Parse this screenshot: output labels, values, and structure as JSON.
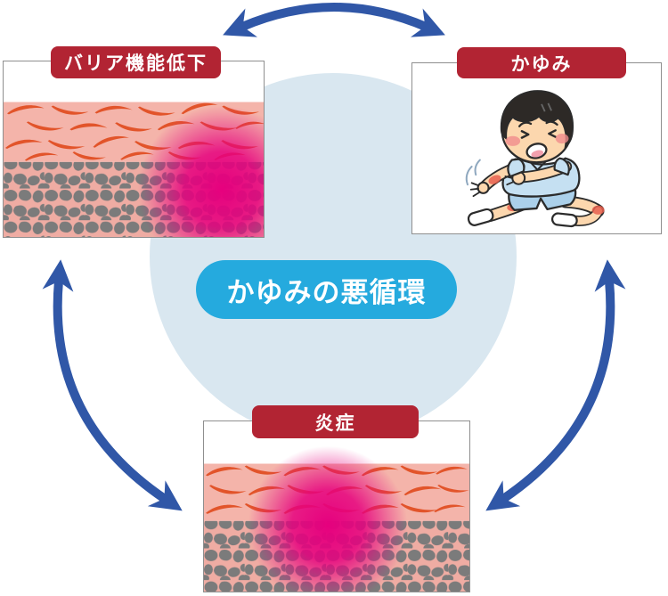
{
  "diagram": {
    "title": "かゆみの悪循環",
    "nodes": [
      {
        "id": "barrier",
        "label": "バリア機能低下",
        "position": "top-left",
        "illustration": "skin-cross-section-damaged-barrier"
      },
      {
        "id": "itch",
        "label": "かゆみ",
        "position": "top-right",
        "illustration": "child-scratching-arm"
      },
      {
        "id": "inflammation",
        "label": "炎症",
        "position": "bottom",
        "illustration": "skin-cross-section-inflammation"
      }
    ],
    "arrows": [
      {
        "between": [
          "barrier",
          "itch"
        ],
        "bidirectional": true
      },
      {
        "between": [
          "itch",
          "inflammation"
        ],
        "bidirectional": true
      },
      {
        "between": [
          "inflammation",
          "barrier"
        ],
        "bidirectional": true
      }
    ]
  },
  "colors": {
    "arrow_blue": "#3057a7",
    "badge_red": "#b22433",
    "badge_text": "#ffffff",
    "pill_blue": "#25aade",
    "pill_text": "#ffffff",
    "circle_blue": "#d9e7f0",
    "panel_border": "#8f8f8f",
    "epidermis_pink": "#f4b4aa",
    "dermis_pink": "#efaca3",
    "cell_orange": "#e2542a",
    "pebble_gray": "#7b7b7b",
    "glow_magenta": "#e6007e",
    "skin_tone": "#fcd7ae",
    "hair_black": "#2d2926",
    "shirt_blue": "#c5e0f2",
    "shorts_blue": "#abd0ea",
    "rash_red": "#e8604f",
    "outline_dark": "#2b2b2b"
  }
}
